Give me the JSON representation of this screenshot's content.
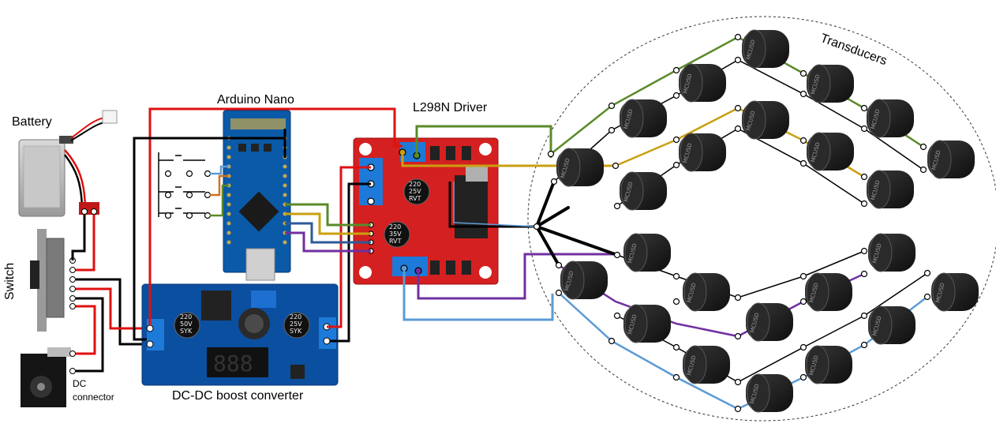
{
  "labels": {
    "battery": "Battery",
    "switch": "Switch",
    "dc_connector_line1": "DC",
    "dc_connector_line2": "connector",
    "arduino": "Arduino Nano",
    "driver": "L298N Driver",
    "boost": "DC-DC boost converter",
    "transducers": "Transducers"
  },
  "capacitor_marks": {
    "boost_left": [
      "220",
      "50V",
      "SYK"
    ],
    "boost_right": [
      "220",
      "25V",
      "SYK"
    ],
    "driver_top": [
      "220",
      "25V",
      "RVT"
    ],
    "driver_mid": [
      "220",
      "35V",
      "RVT"
    ]
  },
  "seven_segment": "888",
  "transducer_mark": "MCUSD",
  "colors": {
    "wire_red": "#e01010",
    "wire_black": "#000000",
    "wire_green": "#5a8a2a",
    "wire_gold": "#c9a010",
    "wire_purple": "#7030a0",
    "wire_blue": "#5b9bd5",
    "wire_orange": "#d07020",
    "board_blue": "#0b4fa0",
    "board_red": "#d42020"
  }
}
